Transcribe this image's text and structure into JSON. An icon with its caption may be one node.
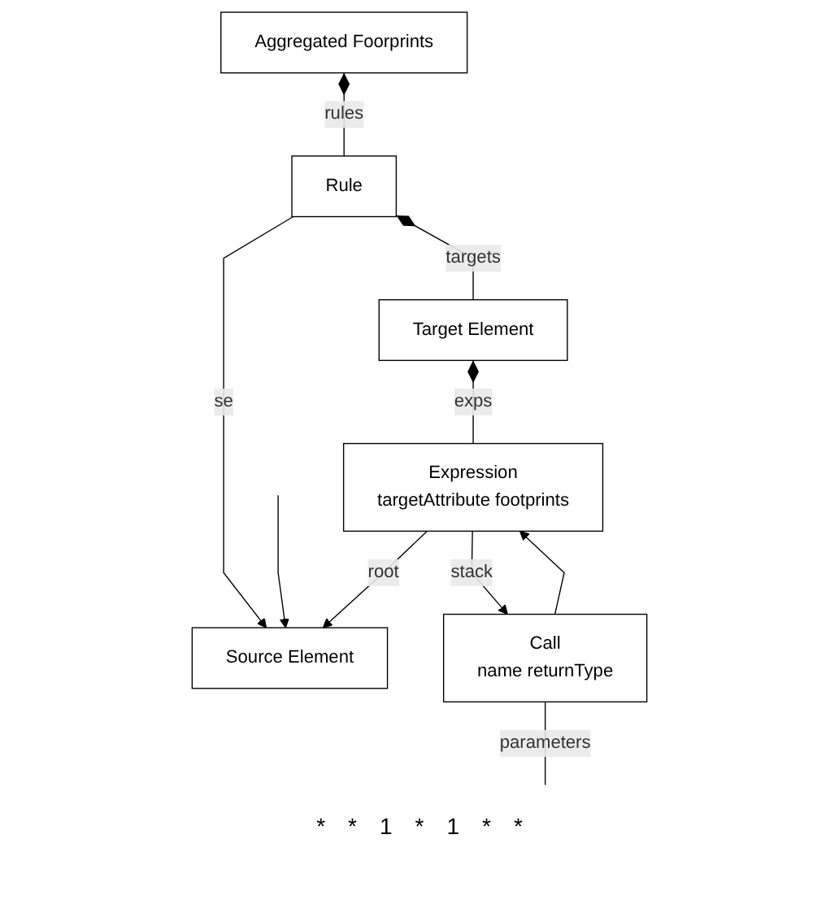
{
  "diagram": {
    "nodes": [
      {
        "text": [
          "Aggregated Foorprints"
        ]
      },
      {
        "text": [
          "Rule"
        ]
      },
      {
        "text": [
          "Target Element"
        ]
      },
      {
        "text": [
          "Source Element"
        ]
      },
      {
        "text": [
          "Expression",
          "targetAttribute footprints"
        ]
      },
      {
        "text": [
          "Call",
          "name returnType"
        ]
      }
    ],
    "edges": [
      {
        "from": 0,
        "to": 1,
        "arrow": "other",
        "label": "rules"
      },
      {
        "from": 1,
        "to": 2,
        "arrow": "other",
        "label": "targets"
      },
      {
        "from": 1,
        "to": 3,
        "arrow": "to",
        "label": "se"
      },
      {
        "from": null,
        "to": 3,
        "arrow": "to"
      },
      {
        "from": 2,
        "to": 4,
        "arrow": "other",
        "label": "exps"
      },
      {
        "from": 4,
        "to": 3,
        "arrow": "to",
        "label": "root"
      },
      {
        "from": 4,
        "to": 5,
        "arrow": "to",
        "label": "stack"
      },
      {
        "from": 5,
        "to": 4,
        "arrow": "to"
      },
      {
        "from": 5,
        "to": null,
        "arrow": "none",
        "label": "parameters"
      }
    ],
    "labels": [
      "*",
      "*",
      "1",
      "*",
      "1",
      "*",
      "*"
    ]
  }
}
